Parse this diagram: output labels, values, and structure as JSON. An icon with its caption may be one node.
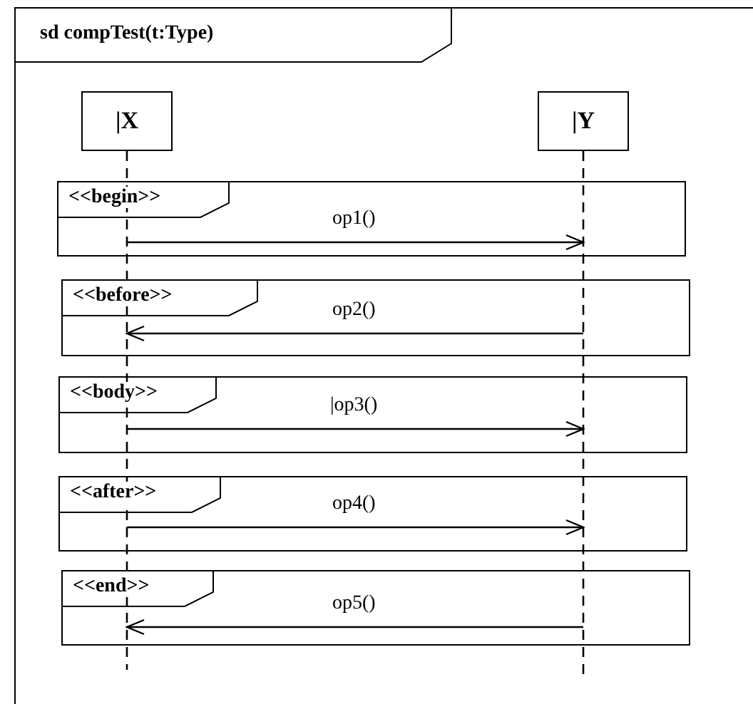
{
  "diagram": {
    "nodes": [
      {
        "text": [
          "sd compTest(t:Type)"
        ]
      },
      {
        "text": [
          "|X"
        ],
        "in": 0
      },
      {
        "text": [
          "|Y"
        ],
        "in": 0
      },
      {
        "text": [
          "<<begin>>"
        ],
        "in": 0
      },
      {
        "text": [
          "<<before>>"
        ],
        "in": 0
      },
      {
        "text": [
          "<<body>>"
        ],
        "in": 0
      },
      {
        "text": [
          "<<after>>"
        ],
        "in": 0
      },
      {
        "text": [
          "<<end>>"
        ],
        "in": 0
      }
    ],
    "edges": [
      {
        "from": 1,
        "to": 2,
        "arrow": "to",
        "label": "op1()"
      },
      {
        "from": 2,
        "to": 1,
        "arrow": "to",
        "label": "op2()"
      },
      {
        "from": 1,
        "to": 2,
        "arrow": "to",
        "label": "|op3()"
      },
      {
        "from": 1,
        "to": 2,
        "arrow": "to",
        "label": "op4()"
      },
      {
        "from": 2,
        "to": 1,
        "arrow": "to",
        "label": "op5()"
      }
    ]
  }
}
